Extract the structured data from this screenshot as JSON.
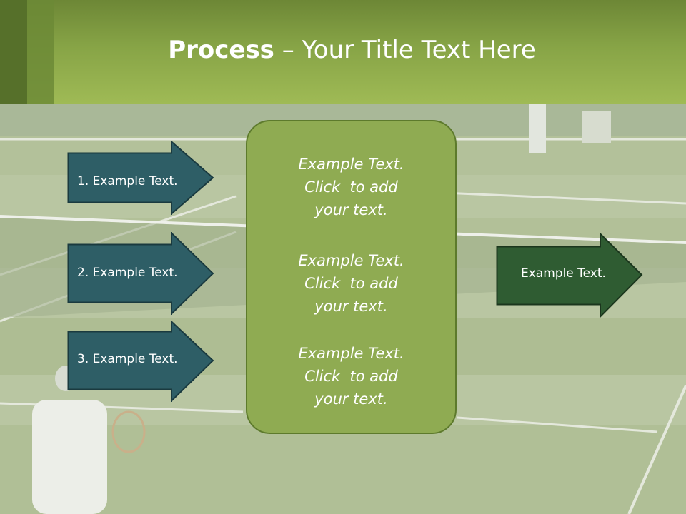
{
  "title": {
    "bold": "Process",
    "rest": " – Your Title Text Here"
  },
  "left_arrows": [
    {
      "label": "1. Example Text."
    },
    {
      "label": "2. Example Text."
    },
    {
      "label": "3. Example Text."
    }
  ],
  "center_box": {
    "paragraphs": [
      {
        "line1": "Example Text.",
        "line2": "Click  to add",
        "line3": "your text."
      },
      {
        "line1": "Example Text.",
        "line2": "Click  to add",
        "line3": "your text."
      },
      {
        "line1": "Example Text.",
        "line2": "Click  to add",
        "line3": "your text."
      }
    ]
  },
  "right_arrow": {
    "label": "Example Text."
  },
  "colors": {
    "header_green": "#8aa748",
    "left_arrow_fill": "#2e5e66",
    "right_arrow_fill": "#2f5c32",
    "center_box_fill": "#8fab52"
  }
}
